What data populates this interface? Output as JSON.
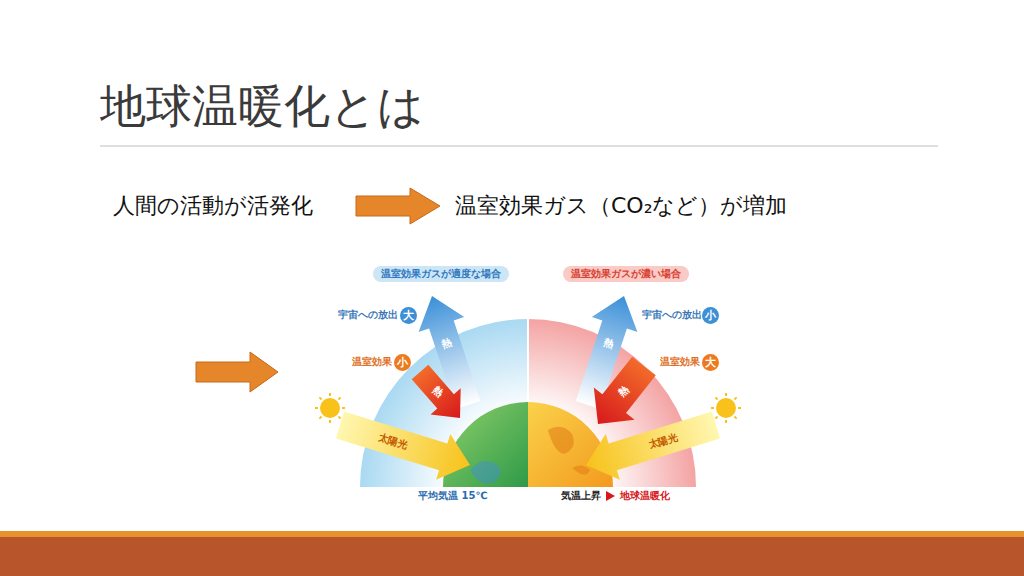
{
  "diagram": {
    "title": "地球温暖化とは",
    "nodes": [
      {
        "text": [
          "温室効果ガスが適度な場合"
        ]
      },
      {
        "text": [
          "温室効果ガスが濃い場合"
        ]
      },
      {
        "text": [
          "大"
        ]
      },
      {
        "text": [
          "小"
        ]
      },
      {
        "text": [
          "小"
        ]
      },
      {
        "text": [
          "大"
        ]
      }
    ],
    "labels": [
      "人間の活動が活発化",
      "温室効果ガス（CO₂など）が増加",
      "宇宙への放出",
      "温室効果",
      "熱",
      "熱",
      "太陽光",
      "平均気温 15℃",
      "宇宙への放出",
      "温室効果",
      "熱",
      "熱",
      "太陽光",
      "気温上昇",
      "地球温暖化"
    ]
  }
}
